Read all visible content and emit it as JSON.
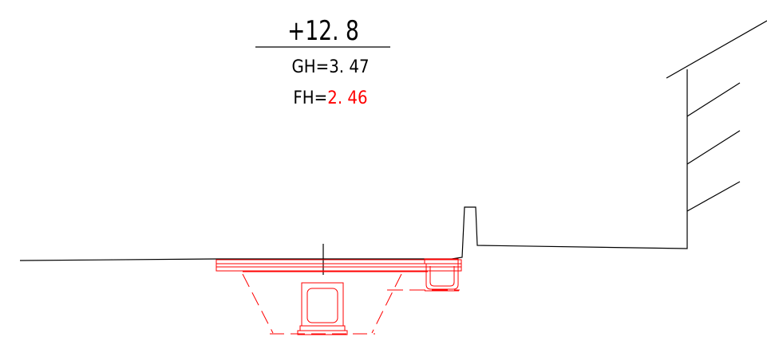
{
  "drawing": {
    "station": "+12. 8",
    "gh_label": "GH=3. 47",
    "fh_prefix": "FH=",
    "fh_value": "2. 46"
  },
  "colors": {
    "black_lines": "#000000",
    "red_lines": "#ff0000",
    "background": "#ffffff"
  }
}
